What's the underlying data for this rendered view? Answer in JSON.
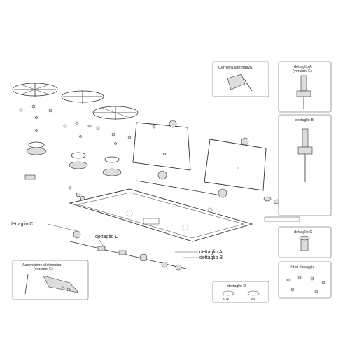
{
  "callouts": {
    "dettaglio_c": "dettaglio C",
    "dettaglio_d": "dettaglio D",
    "dettaglio_a": "dettaglio A",
    "dettaglio_b": "dettaglio B"
  },
  "boxes": {
    "cerniera": "Cerniera alternativa",
    "detail_a_line1": "dettaglio A",
    "detail_a_line2": "(versioni E)",
    "detail_b": "dettaglio B",
    "detail_c": "dettaglio C",
    "kit": "Kit di fissaggio",
    "detail_d": "dettaglio D",
    "aux": "AUX",
    "sr": "SR",
    "accensione_line1": "Accensione elettronica",
    "accensione_line2": "(versioni E)"
  }
}
